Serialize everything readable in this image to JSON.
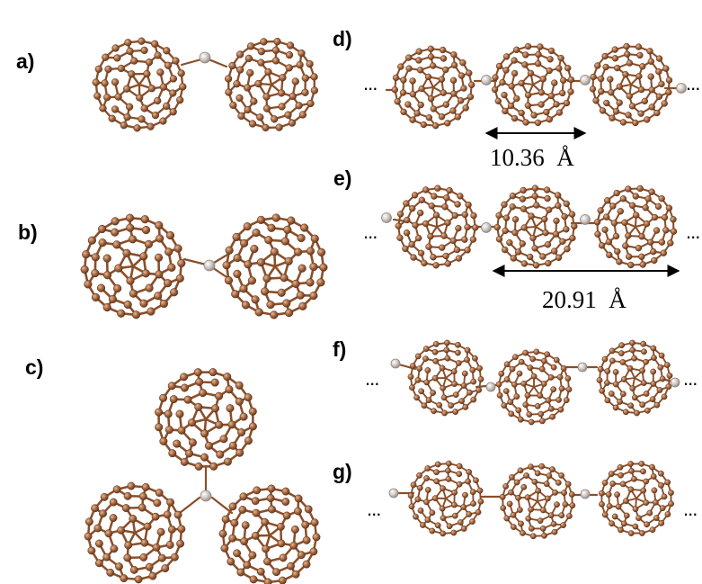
{
  "panels": [
    {
      "id": "a",
      "label": "a)"
    },
    {
      "id": "b",
      "label": "b)"
    },
    {
      "id": "c",
      "label": "c)"
    },
    {
      "id": "d",
      "label": "d)"
    },
    {
      "id": "e",
      "label": "e)"
    },
    {
      "id": "f",
      "label": "f)"
    },
    {
      "id": "g",
      "label": "g)"
    }
  ],
  "dimensions": {
    "d_distance": "10.36",
    "e_distance": "20.91",
    "unit": "Å"
  },
  "continuation_mark": "...",
  "colors": {
    "carbon_atom": "#9c5f38",
    "carbon_bond": "#8a4f2a",
    "linker_atom": "#c9c0bb",
    "arrow": "#000000"
  }
}
